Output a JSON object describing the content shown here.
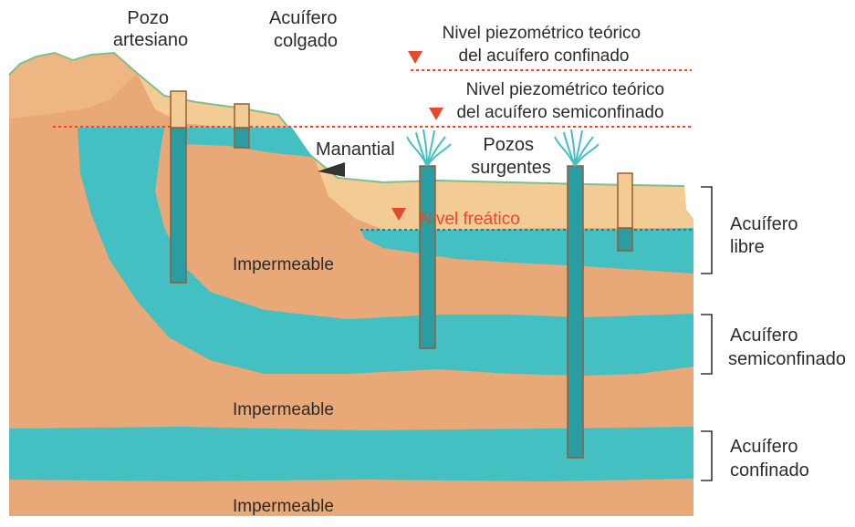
{
  "colors": {
    "earth": "#e9a877",
    "earth_dark": "#dd9868",
    "earth_light": "#f3cc95",
    "water": "#45c0c2",
    "water_dark": "#2a9da3",
    "soil_top": "#f1c98f",
    "red_line": "#e34a2e",
    "ground_edge": "#7fbf8a"
  },
  "labels": {
    "pozo_artesiano": [
      "Pozo",
      "artesiano"
    ],
    "acuifero_colgado": [
      "Acuífero",
      "colgado"
    ],
    "nivel_confinado": [
      "Nivel piezométrico teórico",
      "del acuífero confinado"
    ],
    "nivel_semiconfinado": [
      "Nivel piezométrico teórico",
      "del acuífero semiconfinado"
    ],
    "manantial": "Manantial",
    "pozos_surgentes": [
      "Pozos",
      "surgentes"
    ],
    "nivel_freatico": "Nivel freático",
    "impermeable_1": "Impermeable",
    "impermeable_2": "Impermeable",
    "impermeable_3": "Impermeable",
    "acuifero_libre": [
      "Acuífero",
      "libre"
    ],
    "acuifero_semiconfinado": [
      "Acuífero",
      "semiconfinado"
    ],
    "acuifero_confinado": [
      "Acuífero",
      "confinado"
    ]
  }
}
